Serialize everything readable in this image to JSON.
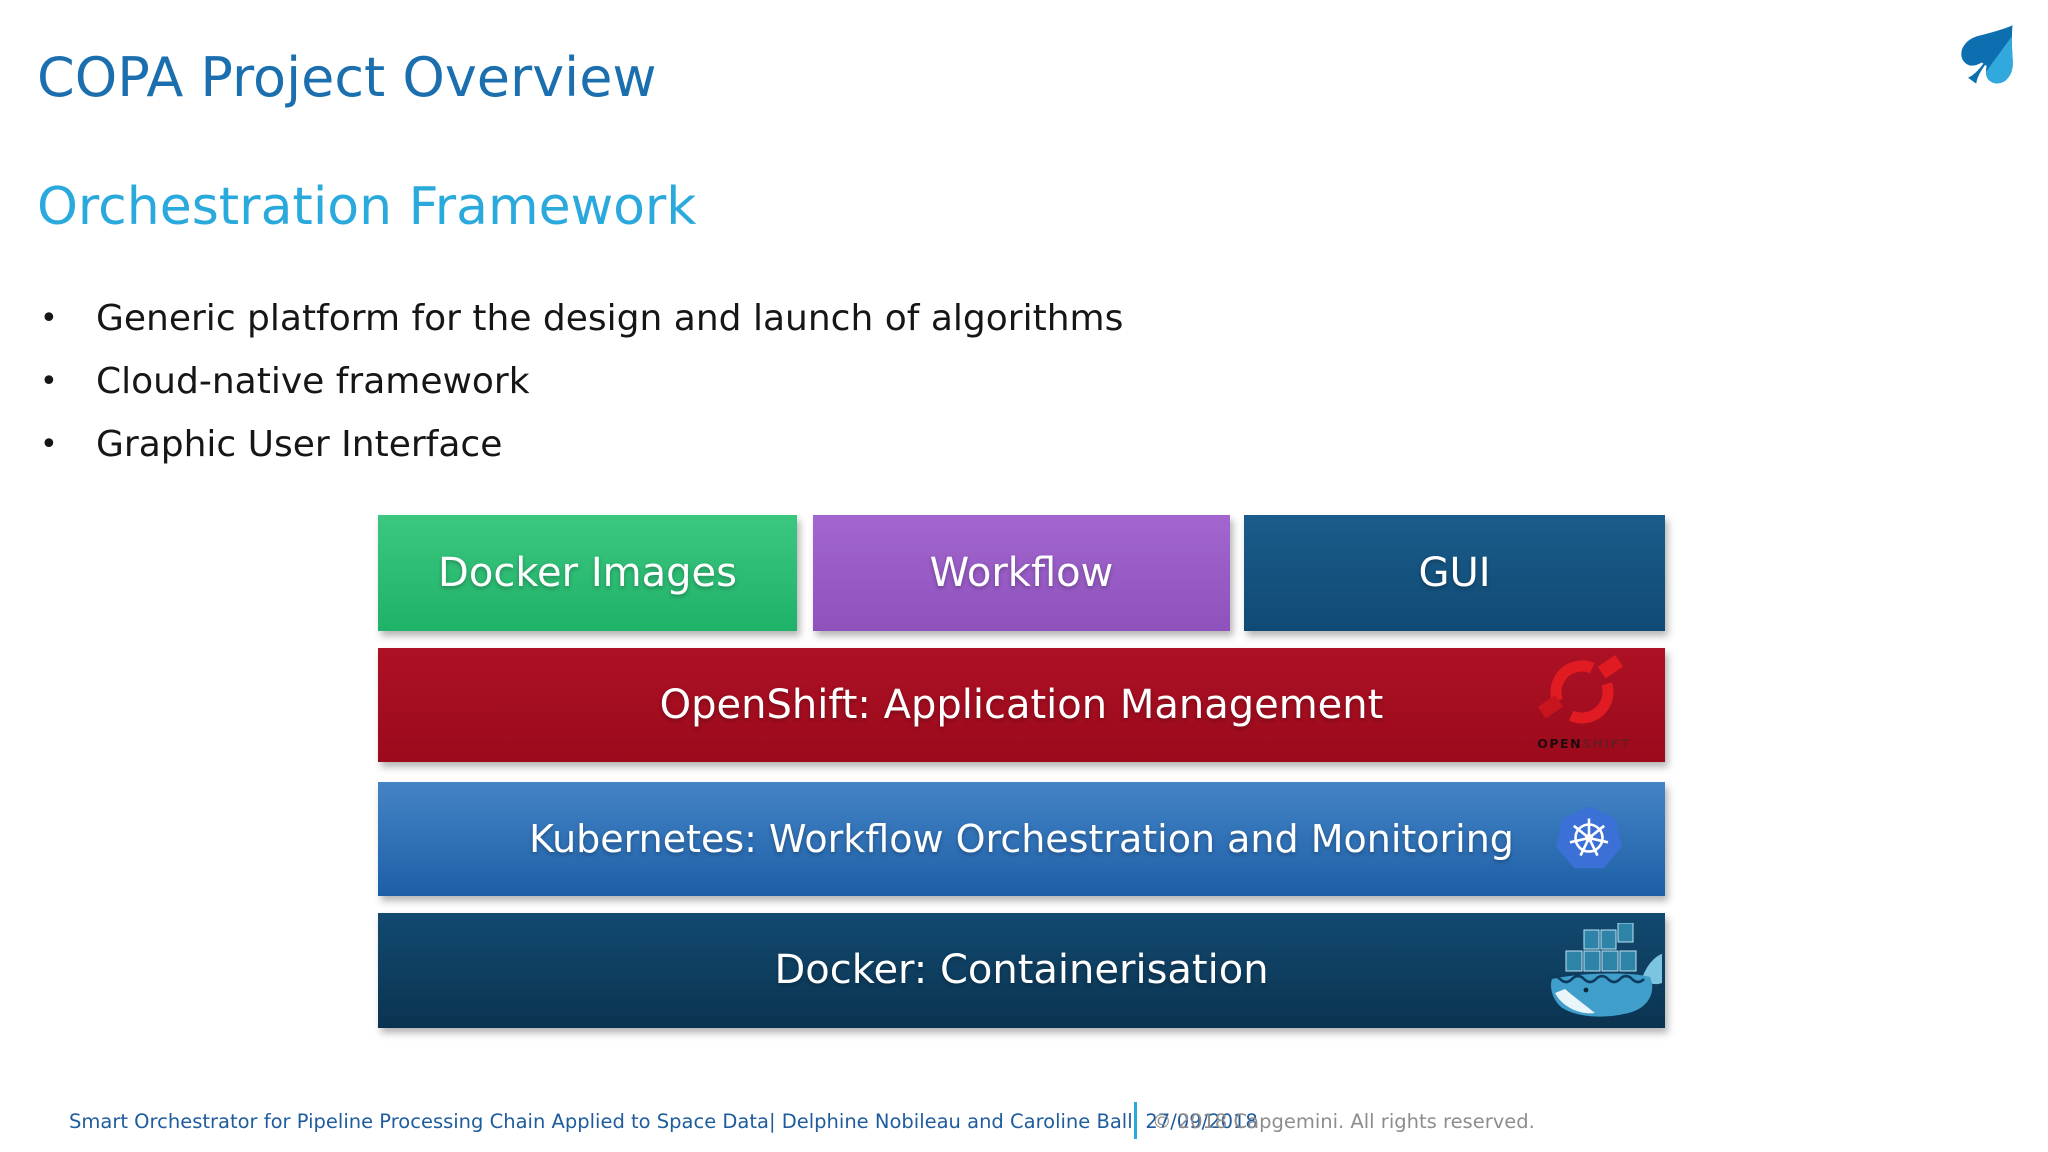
{
  "slide": {
    "title": "COPA Project Overview",
    "subtitle": "Orchestration Framework",
    "bullet_char": "•",
    "bullets": [
      "Generic platform for the design and launch of algorithms",
      "Cloud-native framework",
      "Graphic User Interface"
    ]
  },
  "diagram": {
    "top_row": [
      {
        "label": "Docker Images",
        "color": "#2abc74"
      },
      {
        "label": "Workflow",
        "color": "#9a5dc7"
      },
      {
        "label": "GUI",
        "color": "#155680"
      }
    ],
    "layers": [
      {
        "label": "OpenShift: Application Management",
        "icon": "openshift-logo",
        "color": "#a40e20"
      },
      {
        "label": "Kubernetes: Workflow Orchestration and Monitoring",
        "icon": "kubernetes-helm-wheel-icon",
        "color": "#2f73b7"
      },
      {
        "label": "Docker: Containerisation",
        "icon": "docker-whale-icon",
        "color": "#0e3c5e"
      }
    ],
    "openshift_logo_text_open": "OPEN",
    "openshift_logo_text_shift": "SHIFT"
  },
  "footer": {
    "left_text": "Smart Orchestrator for Pipeline Processing Chain Applied to Space Data| Delphine Nobileau and Caroline Ball| 27/09/2018",
    "right_text": "© 2018 Capgemini. All rights reserved."
  },
  "logo": {
    "name": "capgemini-spade-logo",
    "glyph": "♠"
  },
  "palette": {
    "title_blue": "#1b6fae",
    "subtitle_blue": "#2aa9dc",
    "green_box": "#2abc74",
    "purple_box": "#9a5dc7",
    "gui_box": "#155680",
    "openshift_red": "#a40e20",
    "openshift_ring_red": "#e01b22",
    "kubernetes_blue": "#2f73b7",
    "kubernetes_icon_blue": "#3b70d6",
    "docker_navy": "#0e3c5e",
    "docker_whale_blue": "#3f9fca",
    "footer_blue": "#1e5c9e",
    "footer_gray": "#8d8d8d",
    "logo_dark_blue": "#0d6fb0",
    "logo_light_blue": "#31a9dc"
  }
}
